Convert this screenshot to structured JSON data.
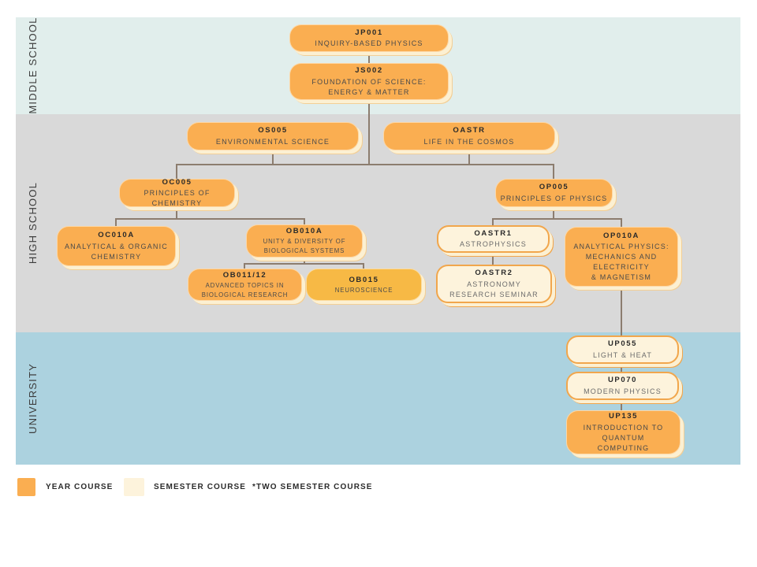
{
  "bands": [
    {
      "id": "middle-school",
      "label": "MIDDLE SCHOOL",
      "color": "#e1eeec"
    },
    {
      "id": "high-school",
      "label": "HIGH SCHOOL",
      "color": "#d9d9d9"
    },
    {
      "id": "university",
      "label": "UNIVERSITY",
      "color": "#acd2df"
    }
  ],
  "colors": {
    "year_course": "#faae51",
    "year_course_alt": "#f7b945",
    "semester_course": "#fdf3dc",
    "semester_border": "#f1a64c",
    "card_shadow": "#fcf0d2",
    "connector": "#8c7d6f"
  },
  "nodes": {
    "jp001": {
      "code": "JP001",
      "title": "INQUIRY-BASED PHYSICS",
      "type": "year"
    },
    "js002": {
      "code": "JS002",
      "title": "FOUNDATION OF SCIENCE:\nENERGY & MATTER",
      "type": "year"
    },
    "os005": {
      "code": "OS005",
      "title": "ENVIRONMENTAL SCIENCE",
      "type": "year"
    },
    "oastr": {
      "code": "OASTR",
      "title": "LIFE IN THE COSMOS",
      "type": "year"
    },
    "oc005": {
      "code": "OC005",
      "title": "PRINCIPLES OF CHEMISTRY",
      "type": "year"
    },
    "op005": {
      "code": "OP005",
      "title": "PRINCIPLES OF PHYSICS",
      "type": "year"
    },
    "oc010a": {
      "code": "OC010A",
      "title": "ANALYTICAL & ORGANIC\nCHEMISTRY",
      "type": "year"
    },
    "ob010a": {
      "code": "OB010A",
      "title": "UNITY & DIVERSITY OF\nBIOLOGICAL SYSTEMS",
      "type": "year"
    },
    "ob011_12": {
      "code": "OB011/12",
      "title": "ADVANCED TOPICS IN\nBIOLOGICAL RESEARCH",
      "type": "year"
    },
    "ob015": {
      "code": "OB015",
      "title": "NEUROSCIENCE",
      "type": "year"
    },
    "oastr1": {
      "code": "OASTR1",
      "title": "ASTROPHYSICS",
      "type": "semester"
    },
    "oastr2": {
      "code": "OASTR2",
      "title": "ASTRONOMY\nRESEARCH SEMINAR",
      "type": "semester"
    },
    "op010a": {
      "code": "OP010A",
      "title": "ANALYTICAL PHYSICS:\nMECHANICS AND\nELECTRICITY\n& MAGNETISM",
      "type": "year"
    },
    "up055": {
      "code": "UP055",
      "title": "LIGHT & HEAT",
      "type": "semester"
    },
    "up070": {
      "code": "UP070",
      "title": "MODERN PHYSICS",
      "type": "semester"
    },
    "up135": {
      "code": "UP135",
      "title": "INTRODUCTION TO\nQUANTUM\nCOMPUTING",
      "type": "year"
    }
  },
  "edges": [
    [
      "JP001",
      "JS002"
    ],
    [
      "JS002",
      "OS005"
    ],
    [
      "JS002",
      "OASTR"
    ],
    [
      "JS002",
      "OC005"
    ],
    [
      "JS002",
      "OP005"
    ],
    [
      "OC005",
      "OC010A"
    ],
    [
      "OC005",
      "OB010A"
    ],
    [
      "OB010A",
      "OB011/12"
    ],
    [
      "OB010A",
      "OB015"
    ],
    [
      "OP005",
      "OASTR1"
    ],
    [
      "OP005",
      "OP010A"
    ],
    [
      "OASTR1",
      "OASTR2"
    ],
    [
      "OP010A",
      "UP055"
    ],
    [
      "UP055",
      "UP070"
    ],
    [
      "UP070",
      "UP135"
    ]
  ],
  "legend": {
    "year_label": "YEAR COURSE",
    "semester_label": "SEMESTER COURSE",
    "note": "*TWO SEMESTER COURSE"
  }
}
